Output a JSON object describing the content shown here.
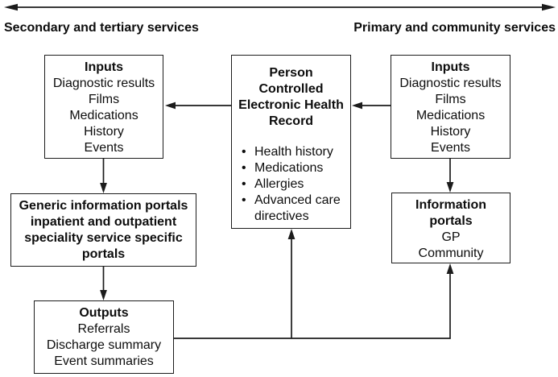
{
  "colors": {
    "background": "#ffffff",
    "line": "#1c1c1c",
    "text": "#0d0d0d"
  },
  "headings": {
    "left": "Secondary and tertiary services",
    "right": "Primary and community services"
  },
  "top_arrow": {
    "type": "double-headed-horizontal"
  },
  "boxes": {
    "secondary_inputs": {
      "title": "Inputs",
      "lines": [
        "Diagnostic results",
        "Films",
        "Medications",
        "History",
        "Events"
      ]
    },
    "pcehr": {
      "title_lines": [
        "Person",
        "Controlled",
        "Electronic Health",
        "Record"
      ],
      "bullets": [
        "Health history",
        "Medications",
        "Allergies",
        "Advanced care directives"
      ]
    },
    "primary_inputs": {
      "title": "Inputs",
      "lines": [
        "Diagnostic results",
        "Films",
        "Medications",
        "History",
        "Events"
      ]
    },
    "generic_portals": {
      "lines": [
        "Generic information portals",
        "inpatient and outpatient",
        "speciality service specific",
        "portals"
      ]
    },
    "outputs": {
      "title": "Outputs",
      "lines": [
        "Referrals",
        "Discharge summary",
        "Event summaries"
      ]
    },
    "information_portals": {
      "title_lines": [
        "Information",
        "portals"
      ],
      "lines": [
        "GP",
        "Community"
      ]
    }
  }
}
